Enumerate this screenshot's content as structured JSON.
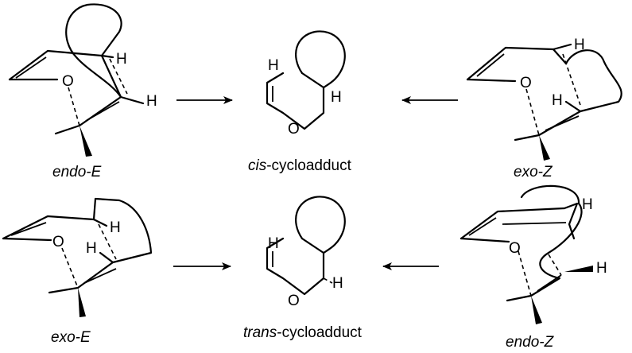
{
  "structures": {
    "endo_e": {
      "label": "endo-E",
      "atoms": {
        "o": "O",
        "h1": "H",
        "h2": "H"
      }
    },
    "exo_z": {
      "label": "exo-Z",
      "atoms": {
        "o": "O",
        "h1": "H",
        "h2": "H"
      }
    },
    "exo_e": {
      "label": "exo-E",
      "atoms": {
        "o": "O",
        "h1": "H",
        "h2": "H"
      }
    },
    "endo_z": {
      "label": "endo-Z",
      "atoms": {
        "o": "O",
        "h1": "H",
        "h2": "H"
      }
    },
    "cis_product": {
      "label_prefix": "cis",
      "label_suffix": "-cycloadduct",
      "atoms": {
        "o": "O",
        "h1": "H",
        "h2": "H"
      }
    },
    "trans_product": {
      "label_prefix": "trans",
      "label_suffix": "-cycloadduct",
      "atoms": {
        "o": "O",
        "h1": "H",
        "h2": "H"
      }
    }
  },
  "arrows": [
    {
      "from": "endo-E",
      "to": "cis-cycloadduct"
    },
    {
      "from": "exo-Z",
      "to": "cis-cycloadduct"
    },
    {
      "from": "exo-E",
      "to": "trans-cycloadduct"
    },
    {
      "from": "endo-Z",
      "to": "trans-cycloadduct"
    }
  ]
}
